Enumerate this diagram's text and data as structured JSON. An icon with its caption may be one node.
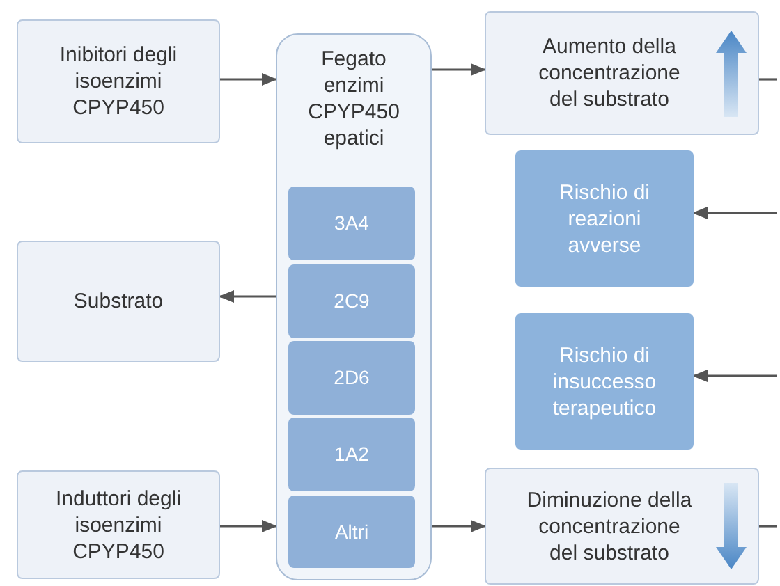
{
  "diagram": {
    "nodes": [
      {
        "text": [
          "Inibitori degli isoenzimi CPYP450"
        ]
      },
      {
        "text": [
          "Substrato"
        ]
      },
      {
        "text": [
          "Induttori degli isoenzimi CPYP450"
        ]
      },
      {
        "text": [
          "Fegato enzimi CPYP450 epatici"
        ]
      },
      {
        "text": [
          "3A4"
        ],
        "in": 3
      },
      {
        "text": [
          "2C9"
        ],
        "in": 3
      },
      {
        "text": [
          "2D6"
        ],
        "in": 3
      },
      {
        "text": [
          "1A2"
        ],
        "in": 3
      },
      {
        "text": [
          "Altri"
        ],
        "in": 3
      },
      {
        "text": [
          "Aumento della concentrazione del substrato"
        ]
      },
      {
        "text": [
          "Rischio di reazioni avverse"
        ]
      },
      {
        "text": [
          "Rischio di insuccesso terapeutico"
        ]
      },
      {
        "text": [
          "Diminuzione della concentrazione del substrato"
        ]
      }
    ],
    "edges": [
      {
        "from": 0,
        "to": 3,
        "arrow": "to"
      },
      {
        "from": 3,
        "to": 1,
        "arrow": "to"
      },
      {
        "from": 2,
        "to": 3,
        "arrow": "to"
      },
      {
        "from": 3,
        "to": 9,
        "arrow": "to"
      },
      {
        "from": 3,
        "to": 12,
        "arrow": "to"
      },
      {
        "from": 9,
        "to": null,
        "arrow": "none"
      },
      {
        "from": null,
        "to": 10,
        "arrow": "to"
      },
      {
        "from": null,
        "to": 11,
        "arrow": "to"
      },
      {
        "from": 12,
        "to": null,
        "arrow": "none"
      }
    ]
  }
}
